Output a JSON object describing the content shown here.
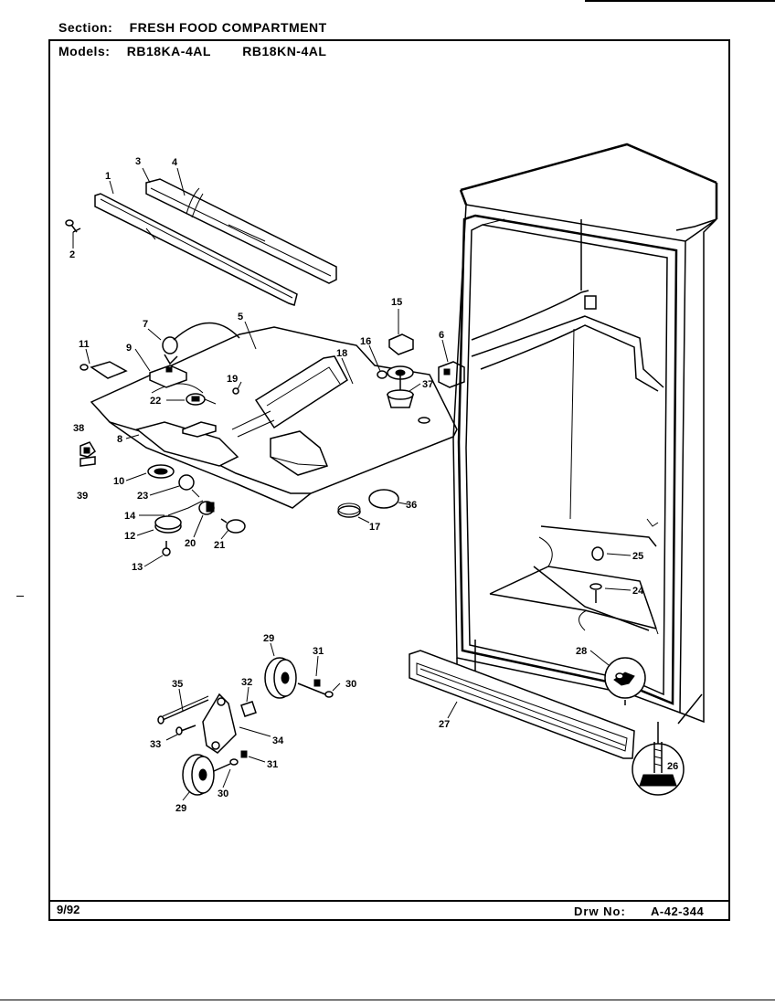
{
  "header": {
    "section_label": "Section:",
    "section_value": "FRESH FOOD COMPARTMENT",
    "models_label": "Models:",
    "models": [
      "RB18KA-4AL",
      "RB18KN-4AL"
    ]
  },
  "footer": {
    "date_code": "9/92",
    "drawing_label": "Drw No:",
    "drawing_number": "A-42-344"
  },
  "callouts": {
    "p1": "1",
    "p2": "2",
    "p3": "3",
    "p4": "4",
    "p5": "5",
    "p6": "6",
    "p7": "7",
    "p8": "8",
    "p9": "9",
    "p10": "10",
    "p11": "11",
    "p12": "12",
    "p13": "13",
    "p14": "14",
    "p15": "15",
    "p16": "16",
    "p17": "17",
    "p18": "18",
    "p19": "19",
    "p20": "20",
    "p21": "21",
    "p22": "22",
    "p23": "23",
    "p24": "24",
    "p25": "25",
    "p26": "26",
    "p27": "27",
    "p28": "28",
    "p29a": "29",
    "p29b": "29",
    "p30a": "30",
    "p30b": "30",
    "p31a": "31",
    "p31b": "31",
    "p32": "32",
    "p33": "33",
    "p34": "34",
    "p35": "35",
    "p36": "36",
    "p37": "37",
    "p38": "38",
    "p39": "39"
  }
}
